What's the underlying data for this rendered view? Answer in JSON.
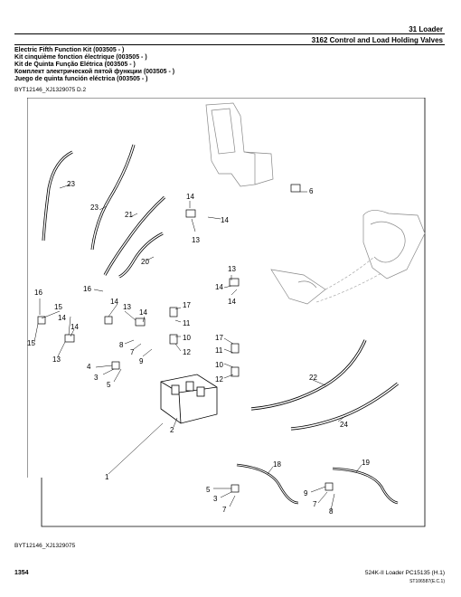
{
  "header": {
    "section": "31 Loader",
    "subsection": "3162 Control and Load Holding Valves"
  },
  "titles": [
    "Electric Fifth Function Kit (003505 - )",
    "Kit cinquième fonction électrique (003505 - )",
    "Kit de Quinta Função Elétrica (003505 - )",
    "Комплект электрической пятой функции (003505 - )",
    "Juego de quinta función eléctrica (003505 - )"
  ],
  "figure": {
    "id": "BYT12146_XJ1329075 D.2",
    "caption": "BYT12146_XJ1329075",
    "callouts": [
      "1",
      "2",
      "3",
      "4",
      "5",
      "6",
      "7",
      "8",
      "9",
      "10",
      "11",
      "12",
      "13",
      "14",
      "15",
      "16",
      "17",
      "18",
      "19",
      "20",
      "21",
      "22",
      "23",
      "24"
    ]
  },
  "footer": {
    "page_number": "1354",
    "model": "524K-II Loader   PC15135   (H.1)",
    "code": "ST106587(E.C.1)"
  }
}
